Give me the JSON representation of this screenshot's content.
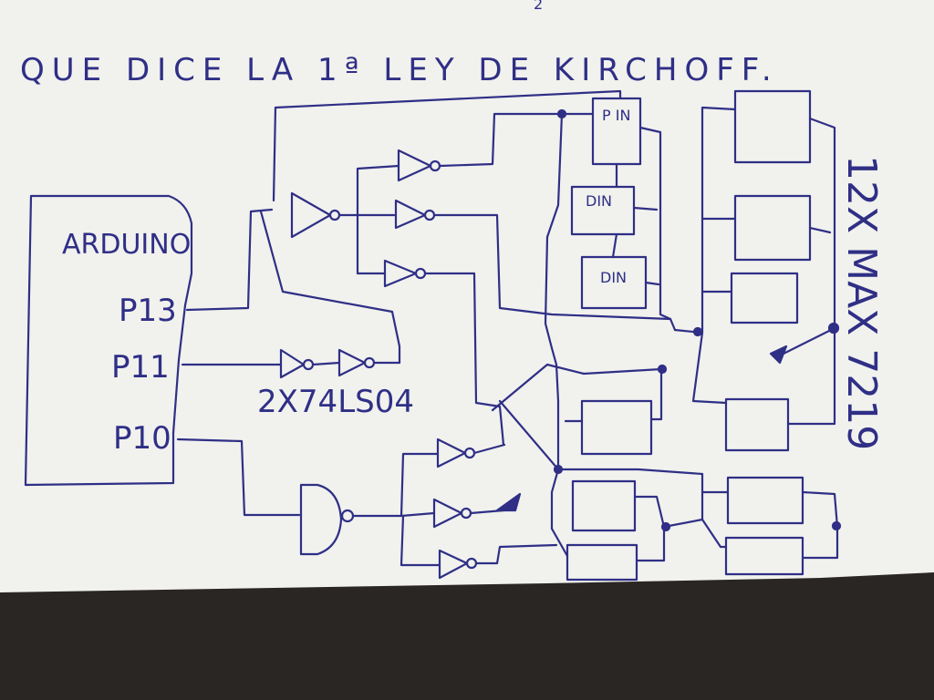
{
  "sheet": {
    "page_mark": "2",
    "heading": "QUE DICE LA 1ª LEY DE KIRCHOFF.",
    "arduino": {
      "name": "ARDUINO",
      "pins": [
        "P13",
        "P11",
        "P10"
      ]
    },
    "buffer_chip": "2X74LS04",
    "module_labels": {
      "pin": "P\nIN",
      "din1": "DIN",
      "din2": "DIN"
    },
    "side_label": "12X MAX 7219",
    "colors": {
      "ink": "#2f2f86",
      "paper": "#f1f1ee",
      "desk": "#2a2624"
    }
  }
}
